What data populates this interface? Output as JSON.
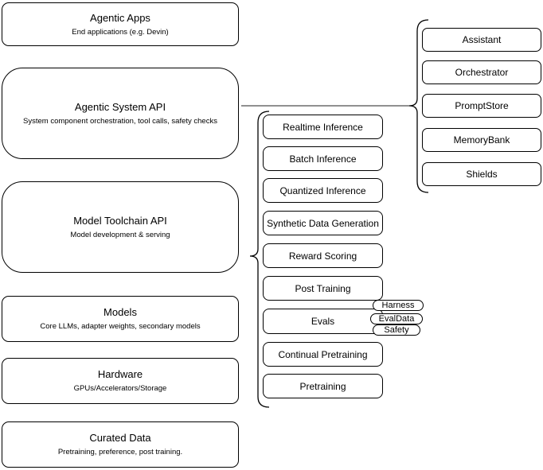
{
  "diagram": {
    "stroke_color": "#000000",
    "connector_color": "#4d4d4d",
    "background_color": "#ffffff"
  },
  "left_stack": {
    "boxes": [
      {
        "title": "Agentic Apps",
        "subtitle": "End applications (e.g. Devin)"
      },
      {
        "title": "Agentic System API",
        "subtitle": "System component orchestration, tool calls, safety checks"
      },
      {
        "title": "Model Toolchain API",
        "subtitle": "Model development & serving"
      },
      {
        "title": "Models",
        "subtitle": "Core LLMs, adapter weights, secondary models"
      },
      {
        "title": "Hardware",
        "subtitle": "GPUs/Accelerators/Storage"
      },
      {
        "title": "Curated Data",
        "subtitle": "Pretraining, preference, post training."
      }
    ]
  },
  "toolchain_group": {
    "items": [
      {
        "label": "Realtime Inference"
      },
      {
        "label": "Batch Inference"
      },
      {
        "label": "Quantized Inference"
      },
      {
        "label": "Synthetic Data Generation"
      },
      {
        "label": "Reward Scoring"
      },
      {
        "label": "Post Training"
      },
      {
        "label": "Evals"
      },
      {
        "label": "Continual Pretraining"
      },
      {
        "label": "Pretraining"
      }
    ],
    "evals_tags": [
      {
        "label": "Harness"
      },
      {
        "label": "EvalData"
      },
      {
        "label": "Safety"
      }
    ]
  },
  "system_group": {
    "items": [
      {
        "label": "Assistant"
      },
      {
        "label": "Orchestrator"
      },
      {
        "label": "PromptStore"
      },
      {
        "label": "MemoryBank"
      },
      {
        "label": "Shields"
      }
    ]
  }
}
